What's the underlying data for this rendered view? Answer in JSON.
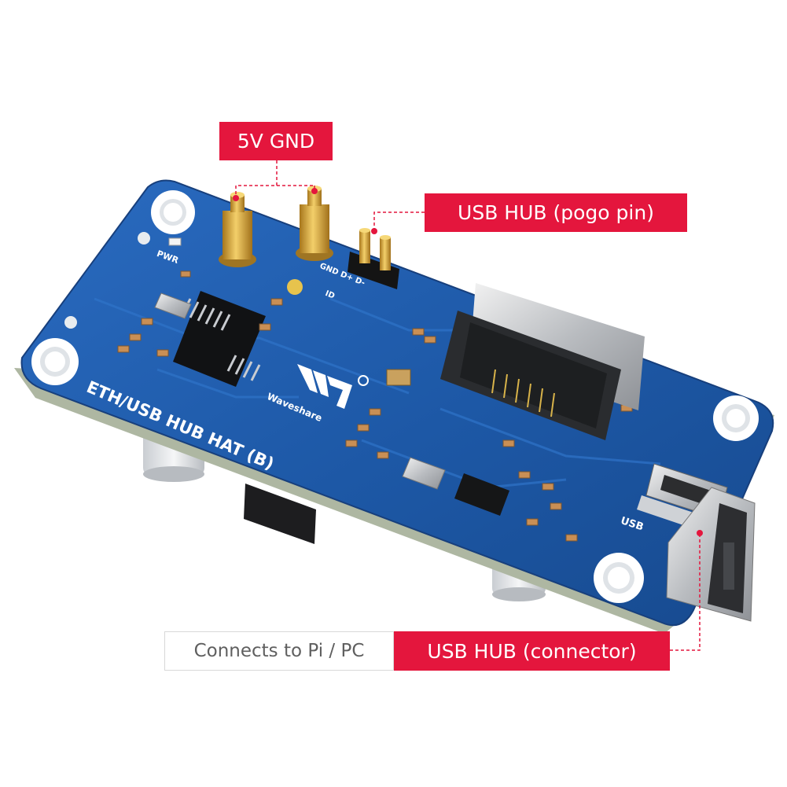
{
  "callouts": {
    "power_pins": "5V GND",
    "pogo_pins": "USB HUB (pogo pin)",
    "connects_to": "Connects to Pi / PC",
    "usb_connector": "USB HUB (connector)"
  },
  "board": {
    "title": "ETH/USB HUB HAT (B)",
    "brand": "Waveshare",
    "pwr": "PWR",
    "gnd_d": "GND D+ D-",
    "id": "ID",
    "usb": "USB"
  },
  "colors": {
    "accent_red": "#e4163d",
    "pcb_blue": "#1e5aa8"
  }
}
